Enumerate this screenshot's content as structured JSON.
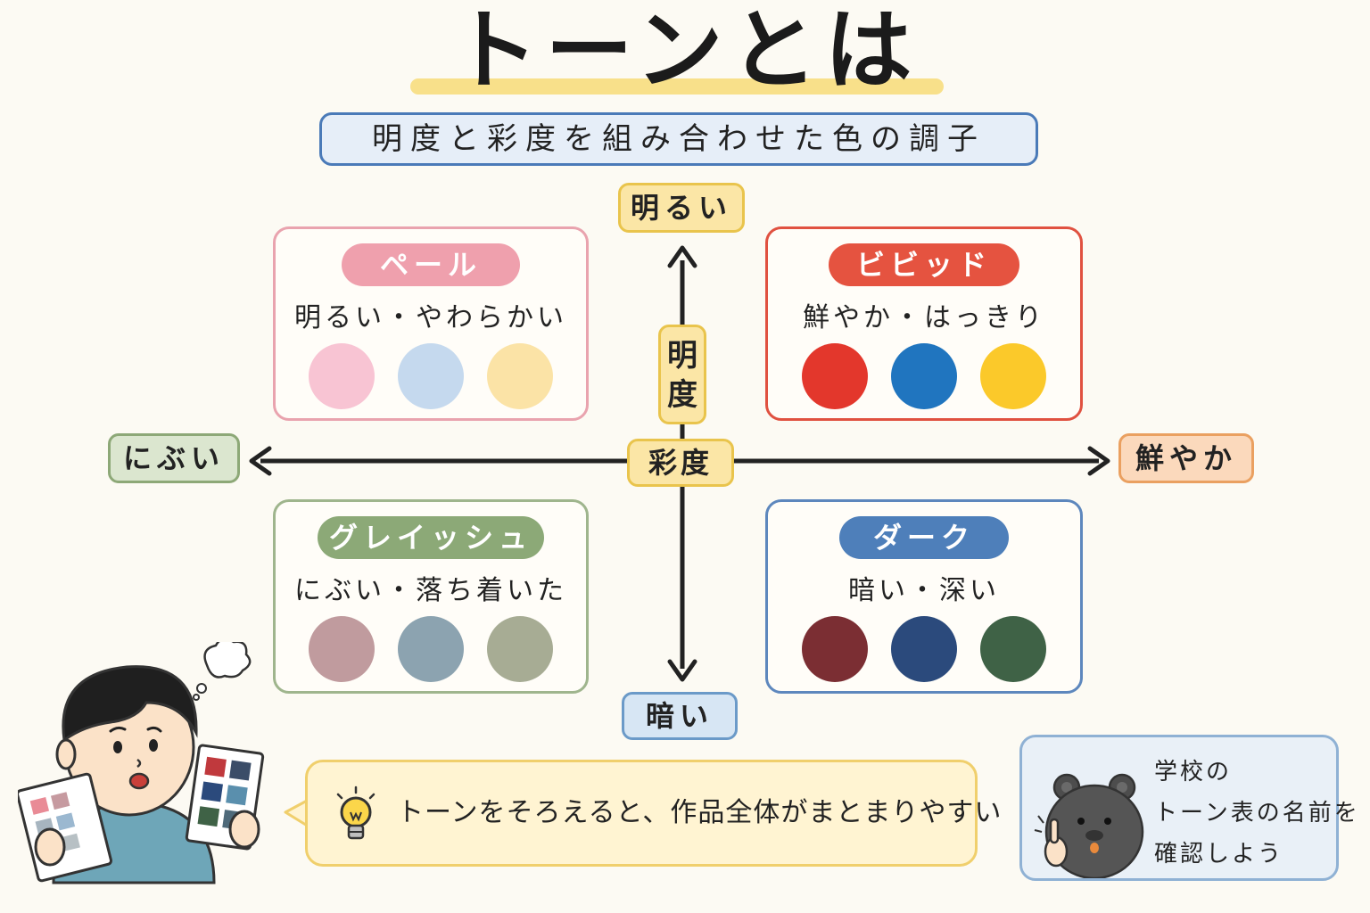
{
  "title": "トーンとは",
  "subtitle": "明度と彩度を組み合わせた色の調子",
  "axes": {
    "top": "明るい",
    "bottom": "暗い",
    "left": "にぶい",
    "right": "鮮やか",
    "vertical_label": "明度",
    "horizontal_label": "彩度"
  },
  "tones": [
    {
      "name": "ペール",
      "desc": "明るい・やわらかい",
      "accent": "#efa0ad",
      "colors": [
        "#f8c4d3",
        "#c5d9ee",
        "#fbe3a6"
      ]
    },
    {
      "name": "ビビッド",
      "desc": "鮮やか・はっきり",
      "accent": "#e55340",
      "colors": [
        "#e3372c",
        "#2075bf",
        "#fbc92a"
      ]
    },
    {
      "name": "グレイッシュ",
      "desc": "にぶい・落ち着いた",
      "accent": "#8ca977",
      "colors": [
        "#c09b9e",
        "#8ca3b0",
        "#a7ac94"
      ]
    },
    {
      "name": "ダーク",
      "desc": "暗い・深い",
      "accent": "#4e7fba",
      "colors": [
        "#7b2e33",
        "#2b4a7c",
        "#3f6246"
      ]
    }
  ],
  "tip": "トーンをそろえると、作品全体がまとまりやすい",
  "note": [
    "学校の",
    "トーン表の名前を",
    "確認しよう"
  ],
  "chart_data": {
    "type": "table",
    "x_axis": {
      "min_label": "にぶい",
      "max_label": "鮮やか",
      "name": "彩度"
    },
    "y_axis": {
      "min_label": "暗い",
      "max_label": "明るい",
      "name": "明度"
    },
    "quadrants": [
      {
        "tone": "ペール",
        "position": "top-left"
      },
      {
        "tone": "ビビッド",
        "position": "top-right"
      },
      {
        "tone": "グレイッシュ",
        "position": "bottom-left"
      },
      {
        "tone": "ダーク",
        "position": "bottom-right"
      }
    ]
  }
}
